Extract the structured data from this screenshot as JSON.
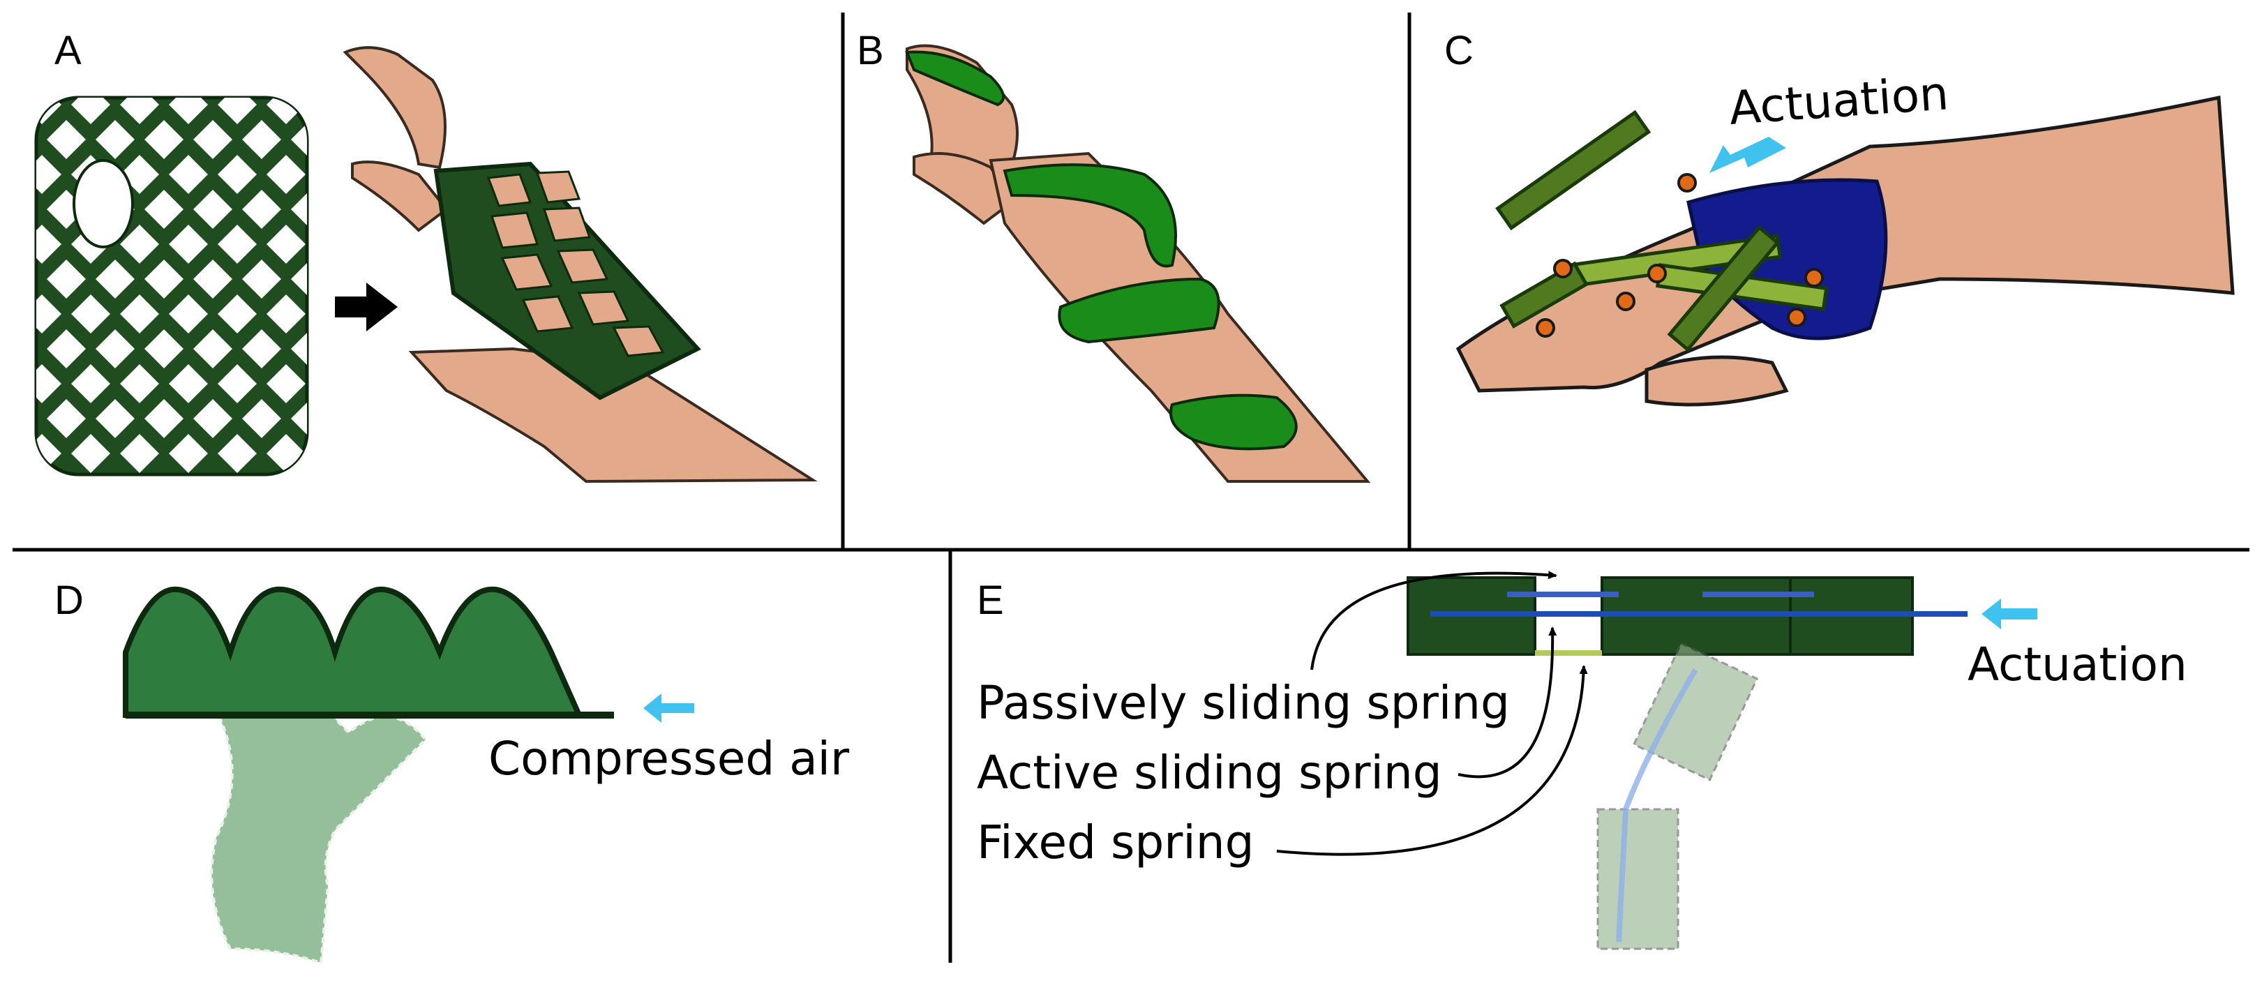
{
  "panels": {
    "a": {
      "label": "A"
    },
    "b": {
      "label": "B"
    },
    "c": {
      "label": "C",
      "actuation_label": "Actuation"
    },
    "d": {
      "label": "D",
      "caption": "Compressed air"
    },
    "e": {
      "label": "E",
      "actuation_label": "Actuation",
      "springs": [
        "Passively sliding spring",
        "Active sliding spring",
        "Fixed spring"
      ]
    }
  },
  "colors": {
    "dark_green": "#1f4d1f",
    "bright_green": "#1a8c1a",
    "olive_green": "#6f9a2a",
    "skin": "#e2aa8b",
    "navy": "#131c8c",
    "arrow_cyan": "#3fc3ee",
    "pale_green": "#8fb08a"
  }
}
